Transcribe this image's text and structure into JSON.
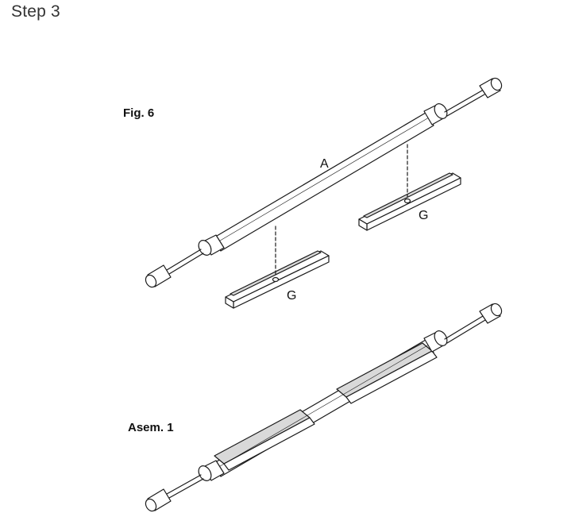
{
  "header": {
    "title": "Step 3"
  },
  "figures": {
    "fig6": {
      "label": "Fig. 6",
      "part_a_label": "A",
      "clip_label": "G"
    },
    "assembly": {
      "label": "Asem. 1"
    }
  },
  "colors": {
    "line": "#1a1a1a",
    "fill": "#ffffff",
    "shade": "#d9d9d9"
  }
}
